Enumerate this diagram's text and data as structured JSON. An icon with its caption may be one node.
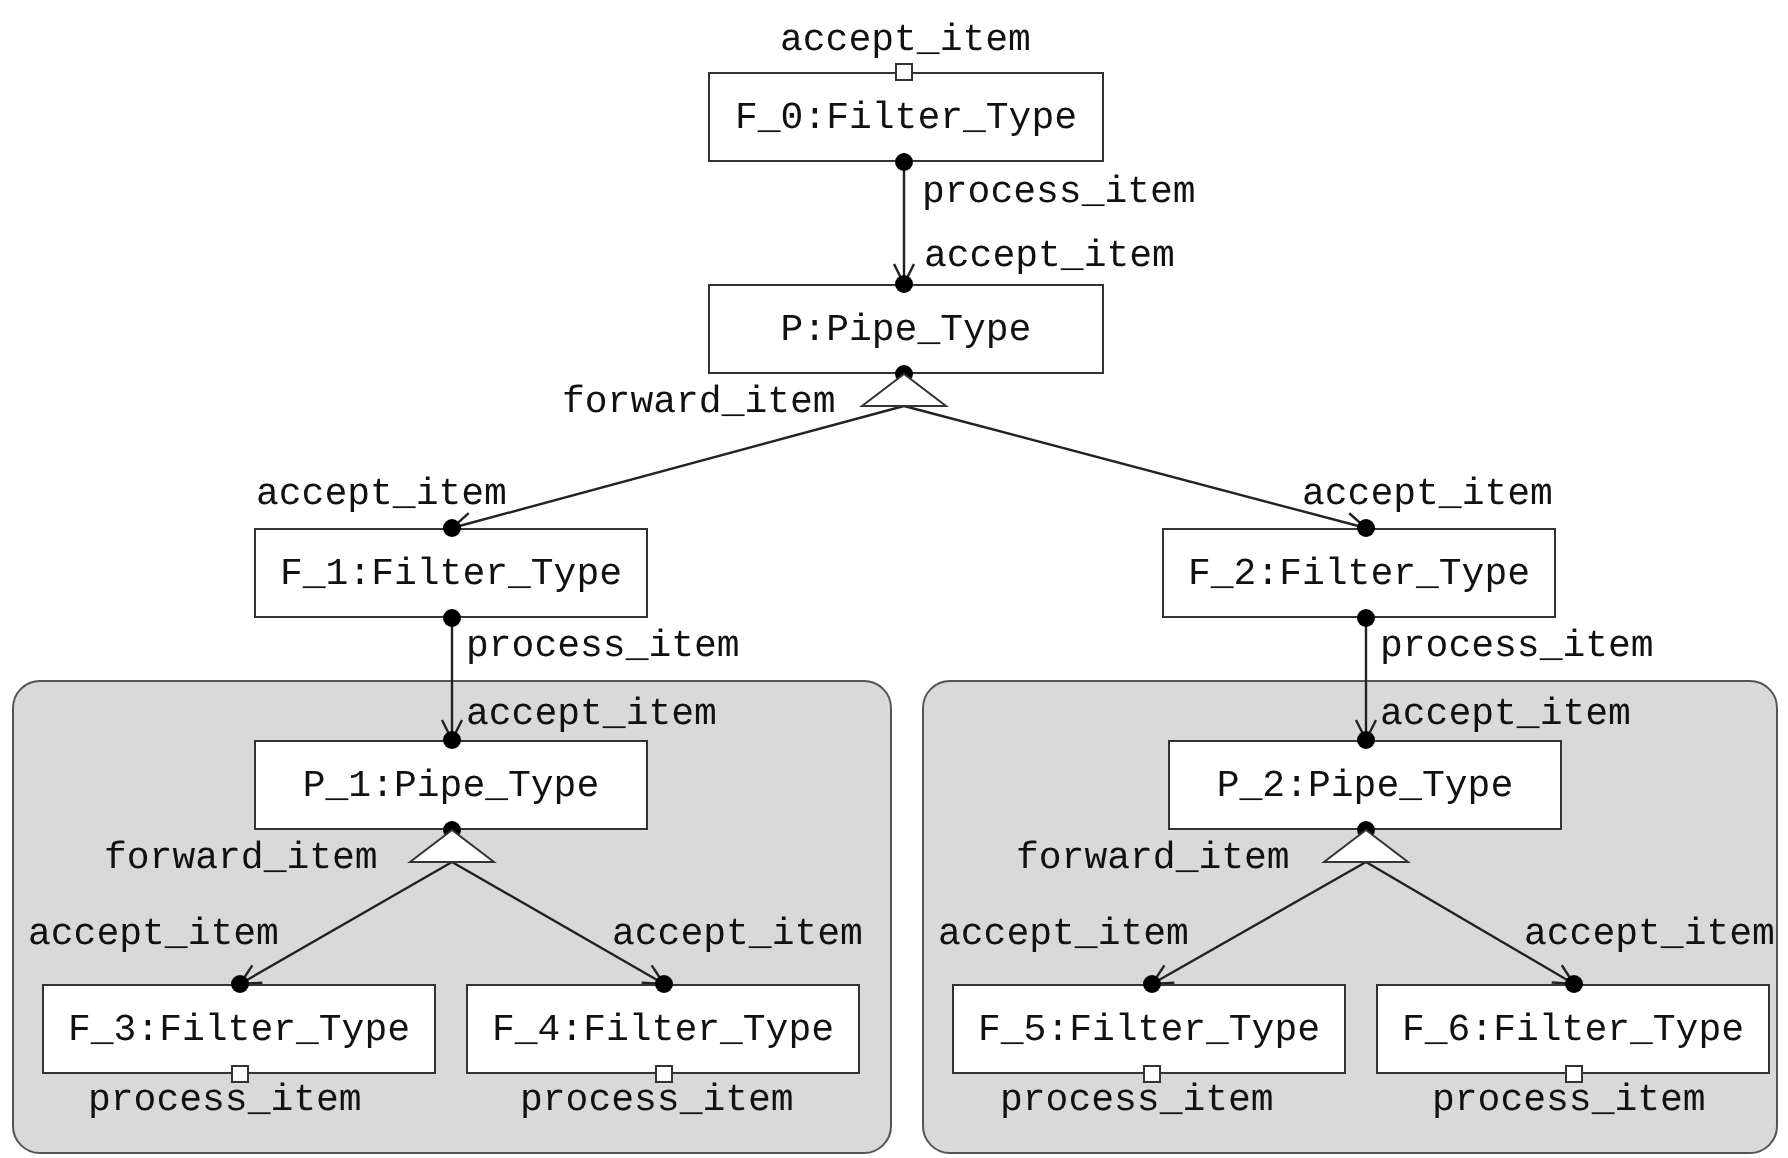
{
  "diagram": {
    "nodes": [
      {
        "text": [
          "F_0:Filter_Type"
        ],
        "beside": [
          "accept_item",
          "process_item"
        ]
      },
      {
        "text": [
          "P:Pipe_Type"
        ],
        "beside": [
          "accept_item",
          "forward_item"
        ]
      },
      {
        "text": [
          "F_1:Filter_Type"
        ],
        "beside": [
          "accept_item",
          "process_item"
        ]
      },
      {
        "text": [
          "F_2:Filter_Type"
        ],
        "beside": [
          "accept_item",
          "process_item"
        ]
      },
      {
        "text": [],
        "shape": "box"
      },
      {
        "text": [
          "P_1:Pipe_Type"
        ],
        "in": 4,
        "beside": [
          "accept_item",
          "forward_item"
        ]
      },
      {
        "text": [
          "F_3:Filter_Type"
        ],
        "in": 4,
        "beside": [
          "accept_item",
          "process_item"
        ]
      },
      {
        "text": [
          "F_4:Filter_Type"
        ],
        "in": 4,
        "beside": [
          "accept_item",
          "process_item"
        ]
      },
      {
        "text": [],
        "shape": "box"
      },
      {
        "text": [
          "P_2:Pipe_Type"
        ],
        "in": 8,
        "beside": [
          "accept_item",
          "forward_item"
        ]
      },
      {
        "text": [
          "F_5:Filter_Type"
        ],
        "in": 8,
        "beside": [
          "accept_item",
          "process_item"
        ]
      },
      {
        "text": [
          "F_6:Filter_Type"
        ],
        "in": 8,
        "beside": [
          "accept_item",
          "process_item"
        ]
      }
    ],
    "edges": [
      {
        "from": 0,
        "to": 1,
        "arrow": "to"
      },
      {
        "from": 1,
        "to": 2,
        "arrow": "to"
      },
      {
        "from": 1,
        "to": 3,
        "arrow": "to"
      },
      {
        "from": 2,
        "to": 5,
        "arrow": "to"
      },
      {
        "from": 3,
        "to": 9,
        "arrow": "to"
      },
      {
        "from": 5,
        "to": 6,
        "arrow": "to"
      },
      {
        "from": 5,
        "to": 7,
        "arrow": "to"
      },
      {
        "from": 9,
        "to": 10,
        "arrow": "to"
      },
      {
        "from": 9,
        "to": 11,
        "arrow": "to"
      }
    ]
  }
}
